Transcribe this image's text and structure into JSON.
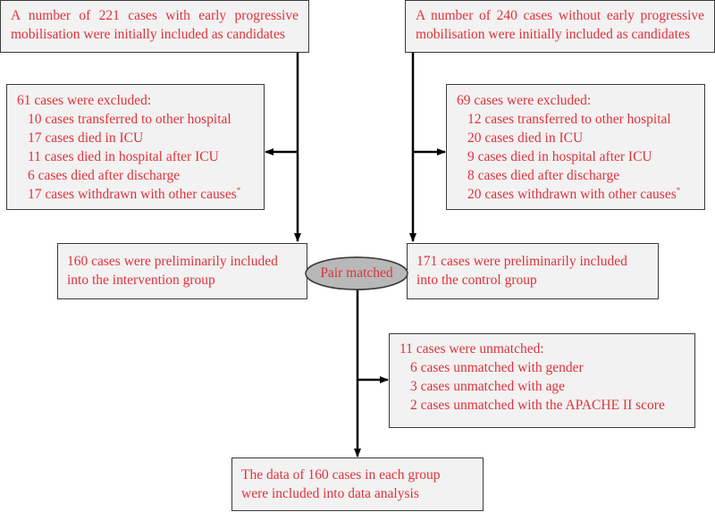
{
  "top_left": {
    "line1": "A number of 221 cases with early progressive",
    "line2": "mobilisation were initially included as candidates"
  },
  "top_right": {
    "line1": "A number of 240 cases without early progressive",
    "line2": "mobilisation were initially included as candidates"
  },
  "excluded_left": {
    "header": "61 cases were excluded:",
    "items": [
      "10 cases transferred to other hospital",
      "17 cases died in ICU",
      "11 cases died in hospital after ICU",
      "6 cases died after discharge",
      "17 cases withdrawn with other causes"
    ],
    "footnote_mark": "*"
  },
  "excluded_right": {
    "header": "69 cases were excluded:",
    "items": [
      "12 cases transferred to other hospital",
      "20 cases died in ICU",
      "9 cases died in hospital after ICU",
      "8 cases died after discharge",
      "20 cases withdrawn with other causes"
    ],
    "footnote_mark": "*"
  },
  "intervention": {
    "line1": "160 cases were preliminarily included",
    "line2": "into the intervention group"
  },
  "control": {
    "line1": "171 cases were preliminarily included",
    "line2": "into the control group"
  },
  "pair_matched": "Pair matched",
  "unmatched": {
    "header": "11 cases were unmatched:",
    "items": [
      "6 cases unmatched with gender",
      "3 cases unmatched with age",
      "2 cases unmatched with the APACHE II score"
    ]
  },
  "final": {
    "line1": "The data of 160 cases in each group",
    "line2": "were included into data analysis"
  },
  "colors": {
    "text": "#e0323a",
    "box_fill": "#f2f2f2",
    "ellipse_fill": "#b8b8b8",
    "line": "#000000"
  }
}
